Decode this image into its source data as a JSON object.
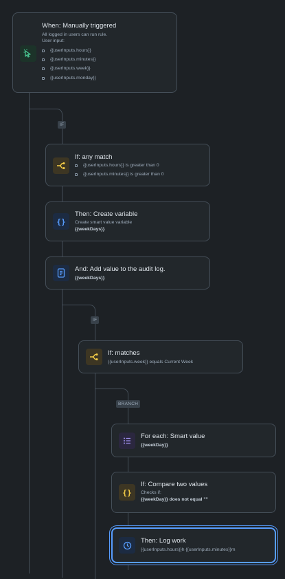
{
  "trigger": {
    "title": "When: Manually triggered",
    "line1": "All logged in users can run rule.",
    "line2": "User input:",
    "inputs": [
      "{{userInputs.hours}}",
      "{{userInputs.minutes}}",
      "{{userInputs.week}}",
      "{{userInputs.monday}}"
    ]
  },
  "tags": {
    "if1": "IF",
    "if2": "IF",
    "branch": "BRANCH"
  },
  "if_any": {
    "title": "If: any match",
    "conditions": [
      "{{userInputs.hours}} is greater than 0",
      "{{userInputs.minutes}} is greater than 0"
    ]
  },
  "create_var": {
    "title": "Then: Create variable",
    "sub": "Create smart value variable",
    "value": "{{weekDays}}"
  },
  "audit": {
    "title": "And: Add value to the audit log.",
    "value": "{{weekDays}}"
  },
  "if_matches": {
    "title": "If: matches",
    "sub": "{{userInputs.week}} equals Current Week"
  },
  "for_each": {
    "title": "For each: Smart value",
    "value": "{{weekDay}}"
  },
  "compare": {
    "title": "If: Compare two values",
    "sub": "Checks if:",
    "value": "{{weekDay}} does not equal \"\""
  },
  "log_work": {
    "title": "Then: Log work",
    "sub": "{{userInputs.hours}}h {{userInputs.minutes}}m"
  },
  "colors": {
    "accent": "#579dff",
    "green": "#4bce97",
    "yellow": "#f5cd47",
    "blue": "#579dff",
    "purple": "#9f8fef"
  }
}
